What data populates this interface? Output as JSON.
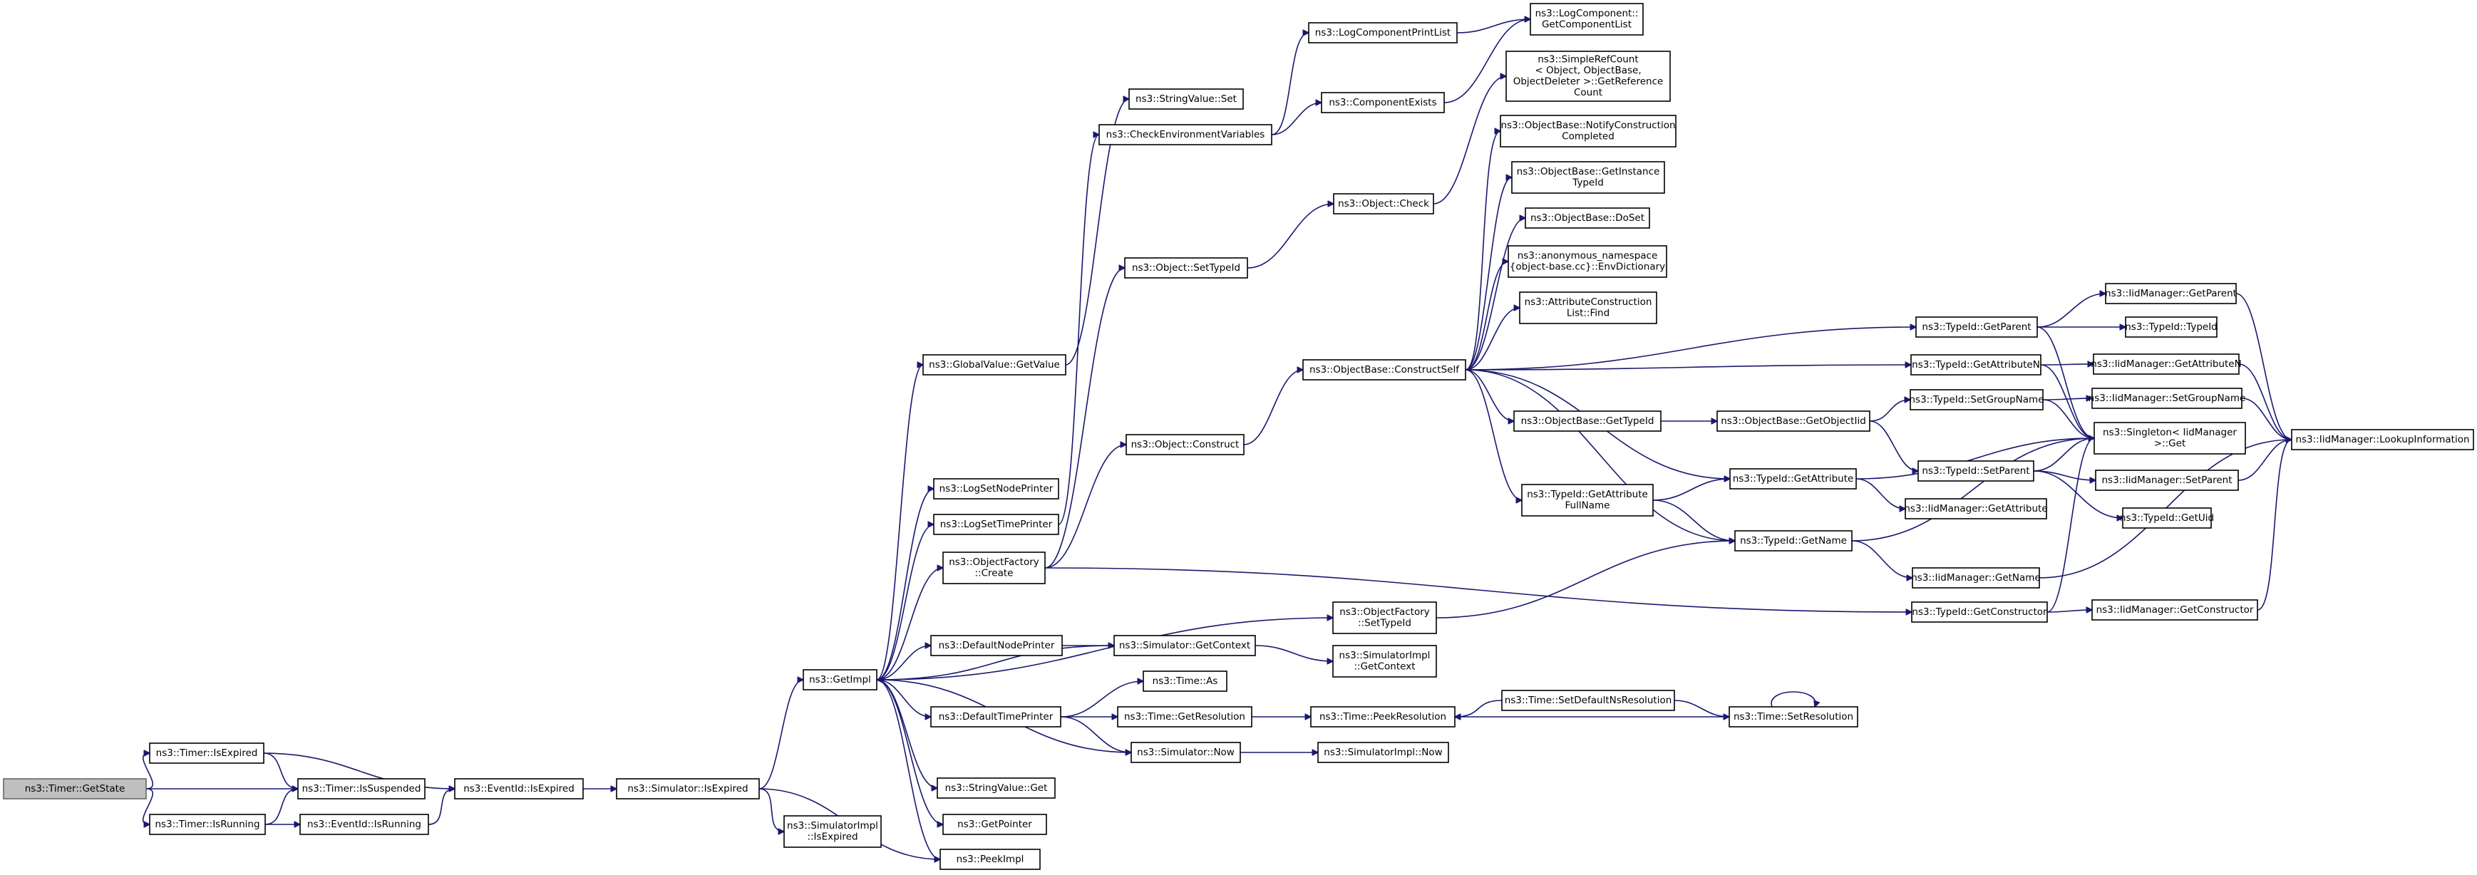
{
  "diagram": {
    "type": "call-graph",
    "nodes": [
      {
        "id": "getstate",
        "lines": [
          "ns3::Timer::GetState"
        ],
        "root": true
      },
      {
        "id": "isexpired",
        "lines": [
          "ns3::Timer::IsExpired"
        ]
      },
      {
        "id": "issuspended",
        "lines": [
          "ns3::Timer::IsSuspended"
        ]
      },
      {
        "id": "isrunning",
        "lines": [
          "ns3::Timer::IsRunning"
        ]
      },
      {
        "id": "ev_isexpired",
        "lines": [
          "ns3::EventId::IsExpired"
        ]
      },
      {
        "id": "ev_isrunning",
        "lines": [
          "ns3::EventId::IsRunning"
        ]
      },
      {
        "id": "sim_isexpired",
        "lines": [
          "ns3::Simulator::IsExpired"
        ]
      },
      {
        "id": "simimpl_isexpired",
        "lines": [
          "ns3::SimulatorImpl",
          "::IsExpired"
        ]
      },
      {
        "id": "getimpl",
        "lines": [
          "ns3::GetImpl"
        ]
      },
      {
        "id": "peekimpl",
        "lines": [
          "ns3::PeekImpl"
        ]
      },
      {
        "id": "gv_getvalue",
        "lines": [
          "ns3::GlobalValue::GetValue"
        ]
      },
      {
        "id": "logsetnodeprinter",
        "lines": [
          "ns3::LogSetNodePrinter"
        ]
      },
      {
        "id": "logsettimeprinter",
        "lines": [
          "ns3::LogSetTimePrinter"
        ]
      },
      {
        "id": "of_create",
        "lines": [
          "ns3::ObjectFactory",
          "::Create"
        ]
      },
      {
        "id": "defaultnodeprinter",
        "lines": [
          "ns3::DefaultNodePrinter"
        ]
      },
      {
        "id": "defaulttimeprinter",
        "lines": [
          "ns3::DefaultTimePrinter"
        ]
      },
      {
        "id": "stringvalue_get",
        "lines": [
          "ns3::StringValue::Get"
        ]
      },
      {
        "id": "getpointer",
        "lines": [
          "ns3::GetPointer"
        ]
      },
      {
        "id": "stringvalue_set",
        "lines": [
          "ns3::StringValue::Set"
        ]
      },
      {
        "id": "checkenv",
        "lines": [
          "ns3::CheckEnvironmentVariables"
        ]
      },
      {
        "id": "obj_settypeid",
        "lines": [
          "ns3::Object::SetTypeId"
        ]
      },
      {
        "id": "obj_construct",
        "lines": [
          "ns3::Object::Construct"
        ]
      },
      {
        "id": "sim_getcontext",
        "lines": [
          "ns3::Simulator::GetContext"
        ]
      },
      {
        "id": "time_as",
        "lines": [
          "ns3::Time::As"
        ]
      },
      {
        "id": "time_getresolution",
        "lines": [
          "ns3::Time::GetResolution"
        ]
      },
      {
        "id": "sim_now",
        "lines": [
          "ns3::Simulator::Now"
        ]
      },
      {
        "id": "logcompprintlist",
        "lines": [
          "ns3::LogComponentPrintList"
        ]
      },
      {
        "id": "componentexists",
        "lines": [
          "ns3::ComponentExists"
        ]
      },
      {
        "id": "obj_check",
        "lines": [
          "ns3::Object::Check"
        ]
      },
      {
        "id": "ob_constructself",
        "lines": [
          "ns3::ObjectBase::ConstructSelf"
        ]
      },
      {
        "id": "of_settypeid",
        "lines": [
          "ns3::ObjectFactory",
          "::SetTypeId"
        ]
      },
      {
        "id": "simimpl_getcontext",
        "lines": [
          "ns3::SimulatorImpl",
          "::GetContext"
        ]
      },
      {
        "id": "time_peekresolution",
        "lines": [
          "ns3::Time::PeekResolution"
        ]
      },
      {
        "id": "simimpl_now",
        "lines": [
          "ns3::SimulatorImpl::Now"
        ]
      },
      {
        "id": "logcomp_getlist",
        "lines": [
          "ns3::LogComponent::",
          "GetComponentList"
        ]
      },
      {
        "id": "simplerefcount",
        "lines": [
          "ns3::SimpleRefCount",
          "< Object, ObjectBase,",
          "ObjectDeleter >::GetReference",
          "Count"
        ]
      },
      {
        "id": "ob_notifyconstruction",
        "lines": [
          "ns3::ObjectBase::NotifyConstruction",
          "Completed"
        ]
      },
      {
        "id": "ob_getinstancetypeid",
        "lines": [
          "ns3::ObjectBase::GetInstance",
          "TypeId"
        ]
      },
      {
        "id": "ob_doset",
        "lines": [
          "ns3::ObjectBase::DoSet"
        ]
      },
      {
        "id": "envdictionary",
        "lines": [
          "ns3::anonymous_namespace",
          "{object-base.cc}::EnvDictionary"
        ]
      },
      {
        "id": "attrconstructionlist_find",
        "lines": [
          "ns3::AttributeConstruction",
          "List::Find"
        ]
      },
      {
        "id": "ob_gettypeid",
        "lines": [
          "ns3::ObjectBase::GetTypeId"
        ]
      },
      {
        "id": "tid_getattrfullname",
        "lines": [
          "ns3::TypeId::GetAttribute",
          "FullName"
        ]
      },
      {
        "id": "time_setdefaultnsres",
        "lines": [
          "ns3::Time::SetDefaultNsResolution"
        ]
      },
      {
        "id": "ob_getobjectiid",
        "lines": [
          "ns3::ObjectBase::GetObjectIid"
        ]
      },
      {
        "id": "tid_getattribute",
        "lines": [
          "ns3::TypeId::GetAttribute"
        ]
      },
      {
        "id": "tid_getname",
        "lines": [
          "ns3::TypeId::GetName"
        ]
      },
      {
        "id": "time_setresolution",
        "lines": [
          "ns3::Time::SetResolution"
        ]
      },
      {
        "id": "tid_getparent",
        "lines": [
          "ns3::TypeId::GetParent"
        ]
      },
      {
        "id": "tid_getattributen",
        "lines": [
          "ns3::TypeId::GetAttributeN"
        ]
      },
      {
        "id": "tid_setgroupname",
        "lines": [
          "ns3::TypeId::SetGroupName"
        ]
      },
      {
        "id": "tid_setparent",
        "lines": [
          "ns3::TypeId::SetParent"
        ]
      },
      {
        "id": "iid_getattribute",
        "lines": [
          "ns3::IidManager::GetAttribute"
        ]
      },
      {
        "id": "iid_getname",
        "lines": [
          "ns3::IidManager::GetName"
        ]
      },
      {
        "id": "tid_getconstructor",
        "lines": [
          "ns3::TypeId::GetConstructor"
        ]
      },
      {
        "id": "iid_getparent",
        "lines": [
          "ns3::IidManager::GetParent"
        ]
      },
      {
        "id": "tid_typeid",
        "lines": [
          "ns3::TypeId::TypeId"
        ]
      },
      {
        "id": "iid_getattributen",
        "lines": [
          "ns3::IidManager::GetAttributeN"
        ]
      },
      {
        "id": "iid_setgroupname",
        "lines": [
          "ns3::IidManager::SetGroupName"
        ]
      },
      {
        "id": "singleton_get",
        "lines": [
          "ns3::Singleton< IidManager",
          ">::Get"
        ]
      },
      {
        "id": "iid_setparent",
        "lines": [
          "ns3::IidManager::SetParent"
        ]
      },
      {
        "id": "tid_getuid",
        "lines": [
          "ns3::TypeId::GetUid"
        ]
      },
      {
        "id": "iid_getconstructor",
        "lines": [
          "ns3::IidManager::GetConstructor"
        ]
      },
      {
        "id": "iid_lookupinformation",
        "lines": [
          "ns3::IidManager::LookupInformation"
        ]
      }
    ],
    "edges": [
      [
        "getstate",
        "isexpired"
      ],
      [
        "getstate",
        "issuspended"
      ],
      [
        "getstate",
        "isrunning"
      ],
      [
        "isexpired",
        "issuspended"
      ],
      [
        "isexpired",
        "ev_isexpired"
      ],
      [
        "isrunning",
        "issuspended"
      ],
      [
        "isrunning",
        "ev_isrunning"
      ],
      [
        "ev_isrunning",
        "ev_isexpired"
      ],
      [
        "ev_isexpired",
        "sim_isexpired"
      ],
      [
        "sim_isexpired",
        "getimpl"
      ],
      [
        "sim_isexpired",
        "peekimpl"
      ],
      [
        "sim_isexpired",
        "simimpl_isexpired"
      ],
      [
        "getimpl",
        "gv_getvalue"
      ],
      [
        "getimpl",
        "logsetnodeprinter"
      ],
      [
        "getimpl",
        "logsettimeprinter"
      ],
      [
        "getimpl",
        "of_create"
      ],
      [
        "getimpl",
        "defaultnodeprinter"
      ],
      [
        "getimpl",
        "defaulttimeprinter"
      ],
      [
        "getimpl",
        "stringvalue_get"
      ],
      [
        "getimpl",
        "getpointer"
      ],
      [
        "getimpl",
        "peekimpl"
      ],
      [
        "getimpl",
        "of_settypeid"
      ],
      [
        "getimpl",
        "sim_now"
      ],
      [
        "gv_getvalue",
        "stringvalue_set"
      ],
      [
        "logsettimeprinter",
        "checkenv"
      ],
      [
        "of_create",
        "obj_settypeid"
      ],
      [
        "of_create",
        "obj_construct"
      ],
      [
        "of_create",
        "tid_getconstructor"
      ],
      [
        "defaultnodeprinter",
        "sim_getcontext"
      ],
      [
        "sim_getcontext",
        "getimpl"
      ],
      [
        "sim_getcontext",
        "simimpl_getcontext"
      ],
      [
        "defaulttimeprinter",
        "time_as"
      ],
      [
        "defaulttimeprinter",
        "time_getresolution"
      ],
      [
        "defaulttimeprinter",
        "sim_now"
      ],
      [
        "sim_now",
        "simimpl_now"
      ],
      [
        "checkenv",
        "logcompprintlist"
      ],
      [
        "checkenv",
        "componentexists"
      ],
      [
        "logcompprintlist",
        "logcomp_getlist"
      ],
      [
        "componentexists",
        "logcomp_getlist"
      ],
      [
        "obj_settypeid",
        "obj_check"
      ],
      [
        "obj_check",
        "simplerefcount"
      ],
      [
        "obj_construct",
        "ob_constructself"
      ],
      [
        "ob_constructself",
        "ob_notifyconstruction"
      ],
      [
        "ob_constructself",
        "ob_getinstancetypeid"
      ],
      [
        "ob_constructself",
        "ob_doset"
      ],
      [
        "ob_constructself",
        "envdictionary"
      ],
      [
        "ob_constructself",
        "attrconstructionlist_find"
      ],
      [
        "ob_constructself",
        "ob_gettypeid"
      ],
      [
        "ob_constructself",
        "tid_getattrfullname"
      ],
      [
        "ob_constructself",
        "tid_getattribute"
      ],
      [
        "ob_constructself",
        "tid_getname"
      ],
      [
        "ob_constructself",
        "tid_getparent"
      ],
      [
        "ob_constructself",
        "tid_getattributen"
      ],
      [
        "ob_gettypeid",
        "ob_getobjectiid"
      ],
      [
        "ob_getobjectiid",
        "tid_setgroupname"
      ],
      [
        "ob_getobjectiid",
        "tid_setparent"
      ],
      [
        "tid_getattrfullname",
        "tid_getattribute"
      ],
      [
        "tid_getattrfullname",
        "tid_getname"
      ],
      [
        "of_settypeid",
        "tid_getname"
      ],
      [
        "tid_getattribute",
        "singleton_get"
      ],
      [
        "tid_getattribute",
        "iid_getattribute"
      ],
      [
        "tid_getname",
        "singleton_get"
      ],
      [
        "tid_getname",
        "iid_getname"
      ],
      [
        "time_getresolution",
        "time_peekresolution"
      ],
      [
        "time_setdefaultnsres",
        "time_peekresolution"
      ],
      [
        "time_setdefaultnsres",
        "time_setresolution"
      ],
      [
        "time_setresolution",
        "time_peekresolution"
      ],
      [
        "time_setresolution",
        "time_setresolution"
      ],
      [
        "tid_getparent",
        "iid_getparent"
      ],
      [
        "tid_getparent",
        "tid_typeid"
      ],
      [
        "tid_getparent",
        "singleton_get"
      ],
      [
        "tid_getattributen",
        "iid_getattributen"
      ],
      [
        "tid_getattributen",
        "singleton_get"
      ],
      [
        "tid_setgroupname",
        "iid_setgroupname"
      ],
      [
        "tid_setgroupname",
        "singleton_get"
      ],
      [
        "tid_setparent",
        "iid_setparent"
      ],
      [
        "tid_setparent",
        "tid_getuid"
      ],
      [
        "tid_setparent",
        "singleton_get"
      ],
      [
        "tid_getconstructor",
        "iid_getconstructor"
      ],
      [
        "tid_getconstructor",
        "singleton_get"
      ],
      [
        "iid_getparent",
        "iid_lookupinformation"
      ],
      [
        "iid_getattributen",
        "iid_lookupinformation"
      ],
      [
        "iid_setgroupname",
        "iid_lookupinformation"
      ],
      [
        "iid_setparent",
        "iid_lookupinformation"
      ],
      [
        "iid_getname",
        "iid_lookupinformation"
      ],
      [
        "iid_getconstructor",
        "iid_lookupinformation"
      ]
    ]
  }
}
